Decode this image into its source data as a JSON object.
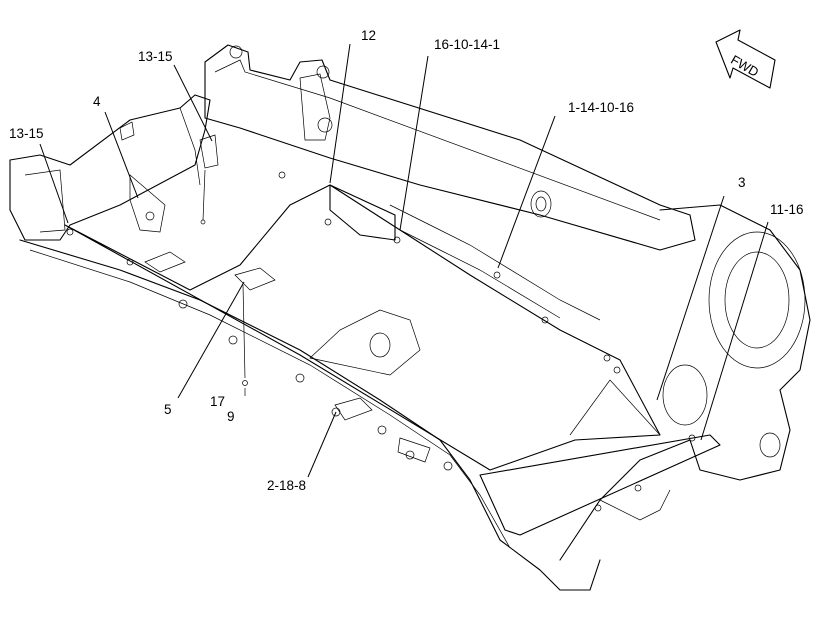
{
  "callouts": {
    "c_13_15_top": "13-15",
    "c_4": "4",
    "c_13_15_left": "13-15",
    "c_12": "12",
    "c_16_10_14_1": "16-10-14-1",
    "c_1_14_10_16": "1-14-10-16",
    "c_3": "3",
    "c_11_16": "11-16",
    "c_5": "5",
    "c_17": "17",
    "c_9": "9",
    "c_2_18_8": "2-18-8"
  },
  "direction_arrow": {
    "label": "FWD",
    "icon": "forward-arrow-icon"
  }
}
